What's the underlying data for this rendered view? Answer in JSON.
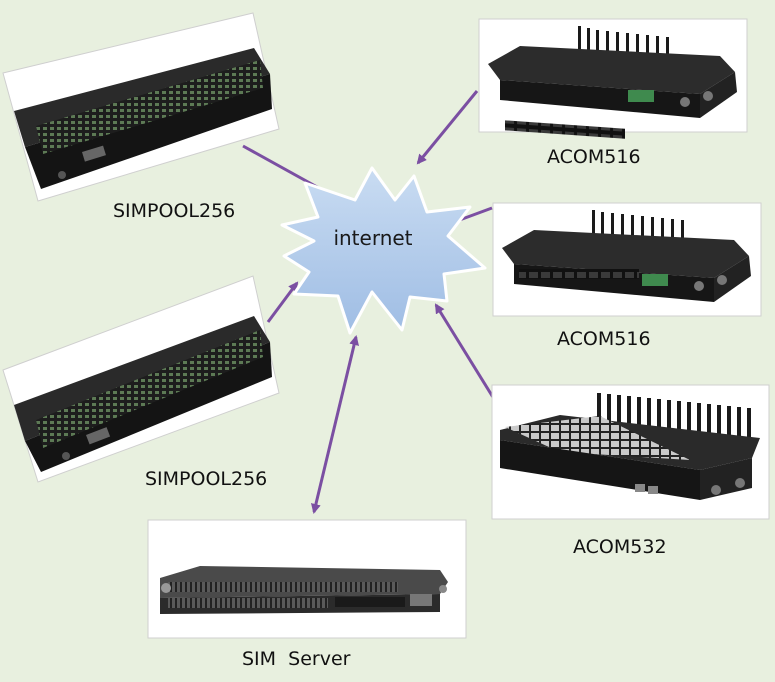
{
  "labels": {
    "simpool_top": "SIMPOOL256",
    "simpool_bottom": "SIMPOOL256",
    "acom516_top": "ACOM516",
    "acom516_mid": "ACOM516",
    "acom532": "ACOM532",
    "sim_server": "SIM  Server",
    "internet": "internet"
  },
  "colors": {
    "background": "#e8f0df",
    "arrow": "#7b4fa2",
    "cloud_fill": "#b4cde9",
    "cloud_stroke": "#ffffff",
    "device_body": "#1a1a1a"
  },
  "icons": {
    "simpool": "sim-bank-device-icon",
    "acom516": "gsm-gateway-device-icon",
    "acom532": "gsm-gateway-large-device-icon",
    "server": "rack-server-icon"
  }
}
